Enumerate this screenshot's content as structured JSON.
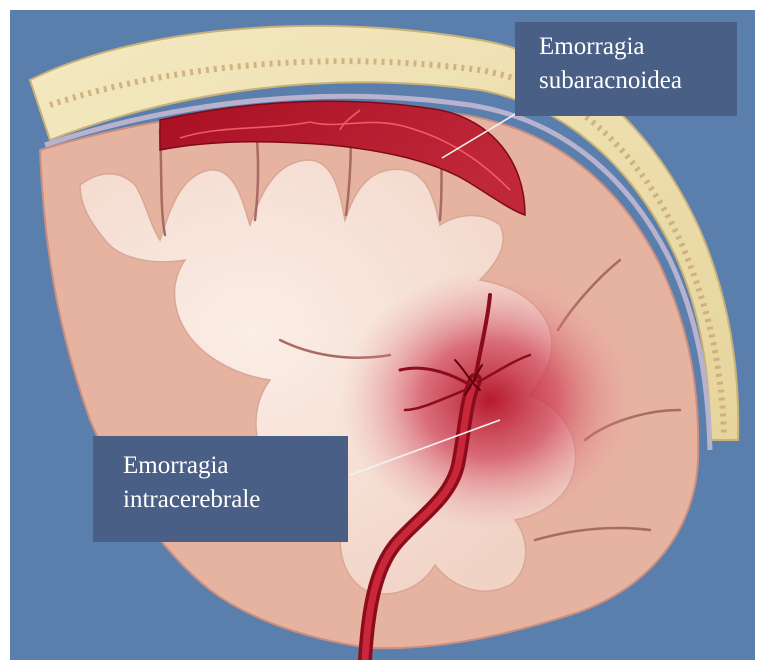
{
  "labels": {
    "subarachnoid": {
      "line1": "Emorragia",
      "line2": "subaracnoidea"
    },
    "intracerebral": {
      "line1": "Emorragia",
      "line2": "intracerebrale"
    }
  },
  "colors": {
    "background": "#5b7fac",
    "label_box": "#4a5f86",
    "label_text": "#ffffff",
    "skull": "#efe2b3",
    "brain_cortex": "#e8b6a4",
    "white_matter": "#f6e1d6",
    "blood": "#b0142a"
  }
}
